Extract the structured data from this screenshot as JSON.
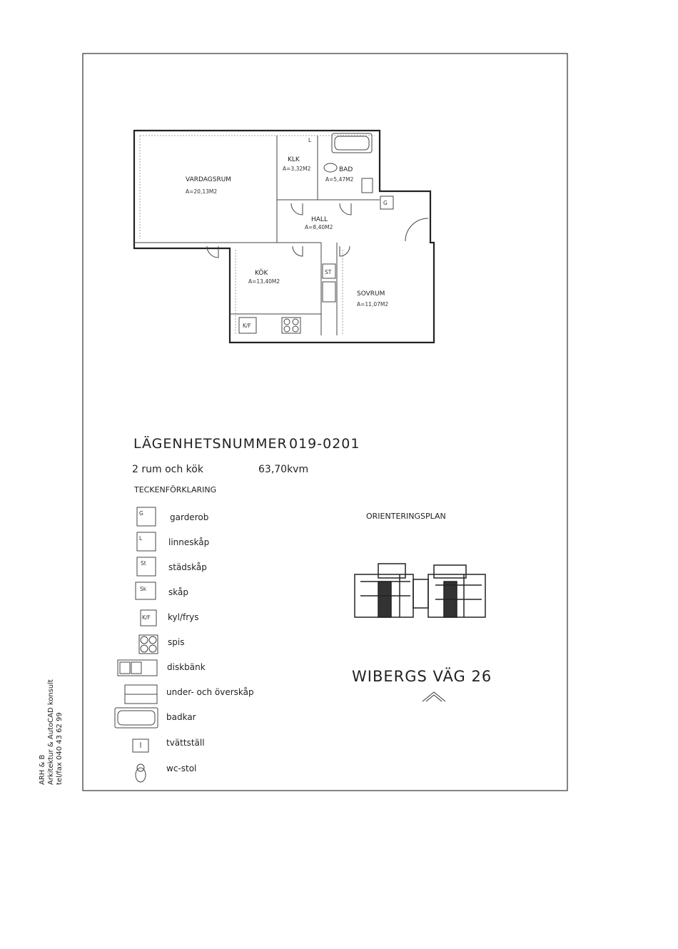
{
  "plan": {
    "rooms": [
      {
        "name": "VARDAGSRUM",
        "area": "A=20,13M2"
      },
      {
        "name": "KLK",
        "area": "A=3,32M2"
      },
      {
        "name": "BAD",
        "area": "A=5,47M2"
      },
      {
        "name": "HALL",
        "area": "A=8,40M2"
      },
      {
        "name": "KÖK",
        "area": "A=13,40M2"
      },
      {
        "name": "SOVRUM",
        "area": "A=11,07M2"
      }
    ],
    "fixtures": {
      "kf": "K/F",
      "st": "ST",
      "g": "G",
      "l": "L"
    }
  },
  "info": {
    "apartment_label": "LÄGENHETSNUMMER",
    "apartment_number": "019-0201",
    "rooms": "2 rum och kök",
    "size": "63,70kvm",
    "legend_title": "TECKENFÖRKLARING"
  },
  "legend": [
    {
      "symbol": "G",
      "label": "garderob"
    },
    {
      "symbol": "L",
      "label": "linneskåp"
    },
    {
      "symbol": "St",
      "label": "städskåp"
    },
    {
      "symbol": "Sk",
      "label": "skåp"
    },
    {
      "symbol": "K/F",
      "label": "kyl/frys"
    },
    {
      "symbol": "",
      "label": "spis"
    },
    {
      "symbol": "",
      "label": "diskbänk"
    },
    {
      "symbol": "",
      "label": "under- och överskåp"
    },
    {
      "symbol": "",
      "label": "badkar"
    },
    {
      "symbol": "",
      "label": "tvättställ"
    },
    {
      "symbol": "",
      "label": "wc-stol"
    }
  ],
  "orientation": {
    "title": "ORIENTERINGSPLAN",
    "address": "WIBERGS VÄG 26"
  },
  "credits": {
    "line1": "ARH & B",
    "line2": "Arkitektur & AutoCAD konsult",
    "line3": "tel/fax 040 43 62 99"
  }
}
